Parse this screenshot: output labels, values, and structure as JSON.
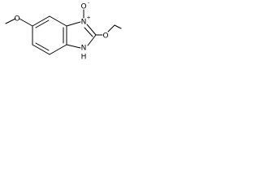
{
  "molecule": {
    "atoms": {
      "methoxy_o": "O",
      "n_oxide_n": "N",
      "n_oxide_charge": "+",
      "n_oxide_o": "O",
      "n_oxide_o_charge": "-",
      "ethoxy_o": "O",
      "nh_n": "N",
      "nh_h": "H"
    },
    "colors": {
      "bond": "#000000",
      "text": "#000000",
      "background": "#ffffff"
    }
  }
}
